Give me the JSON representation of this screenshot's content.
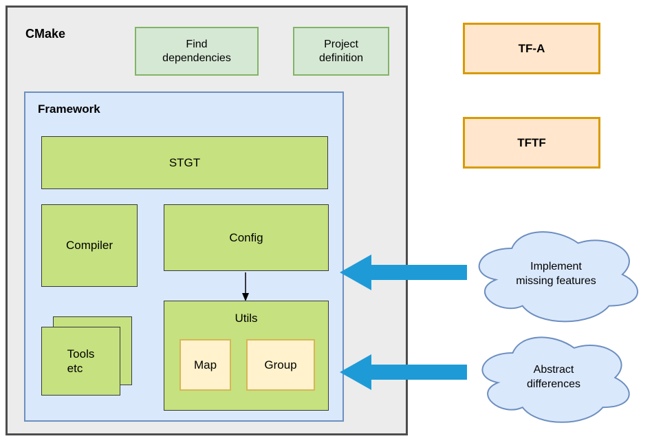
{
  "palette": {
    "outer_fill": "#ececec",
    "outer_border": "#4d4d4d",
    "mint_fill": "#d5e8d4",
    "mint_border": "#82b366",
    "blue_fill": "#dae8fc",
    "blue_border": "#6c8ebf",
    "lime_fill": "#c6e17f",
    "lime_border": "#36393d",
    "orange_fill": "#ffe6cc",
    "orange_border": "#d79b00",
    "cream_fill": "#fff2cc",
    "cream_border": "#d6b656",
    "arrow_blue": "#1e9bd7",
    "text": "#000000"
  },
  "cmake": {
    "title": "CMake",
    "find_dependencies": "Find\ndependencies",
    "project_definition": "Project\ndefinition",
    "framework": {
      "title": "Framework",
      "stgt": "STGT",
      "compiler": "Compiler",
      "config": "Config",
      "tools": "Tools\netc",
      "utils": {
        "title": "Utils",
        "map": "Map",
        "group": "Group"
      }
    }
  },
  "right_column": {
    "tfa": "TF-A",
    "tftf": "TFTF",
    "cloud_implement": "Implement\nmissing features",
    "cloud_abstract": "Abstract\ndifferences"
  }
}
